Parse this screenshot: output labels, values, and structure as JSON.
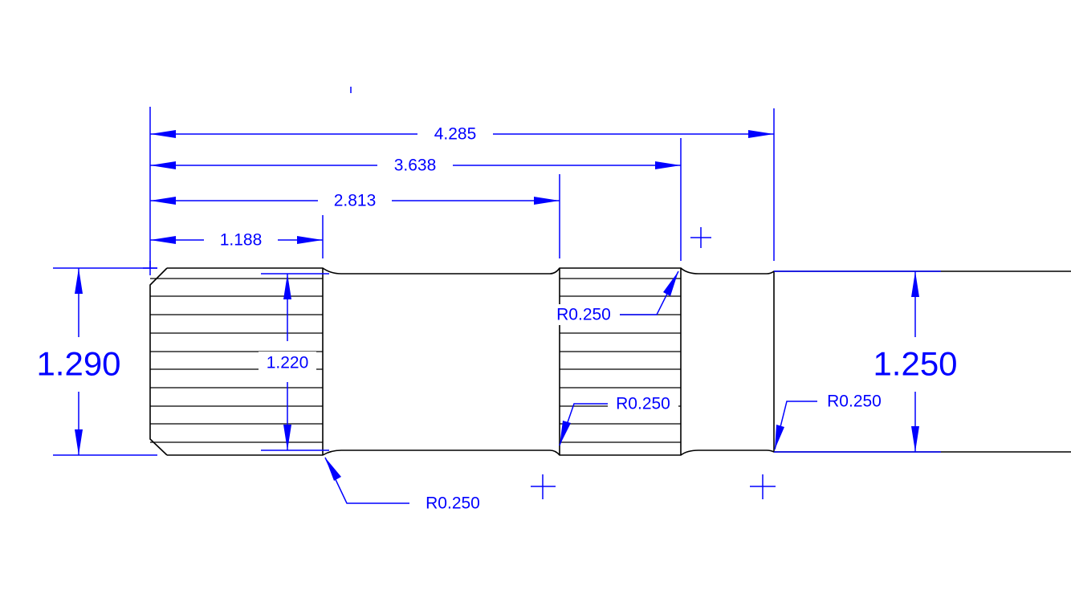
{
  "dimensions": {
    "overall_length": "4.285",
    "length_to_second_groove": "3.638",
    "length_to_second_spline": "2.813",
    "first_spline_length": "1.188",
    "spline_major_diameter": "1.290",
    "spline_minor_diameter": "1.220",
    "shaft_diameter": "1.250"
  },
  "radius_labels": [
    "R0.250",
    "R0.250",
    "R0.250",
    "R0.250"
  ],
  "colors": {
    "dimension": "#0000ff",
    "geometry": "#000000"
  }
}
